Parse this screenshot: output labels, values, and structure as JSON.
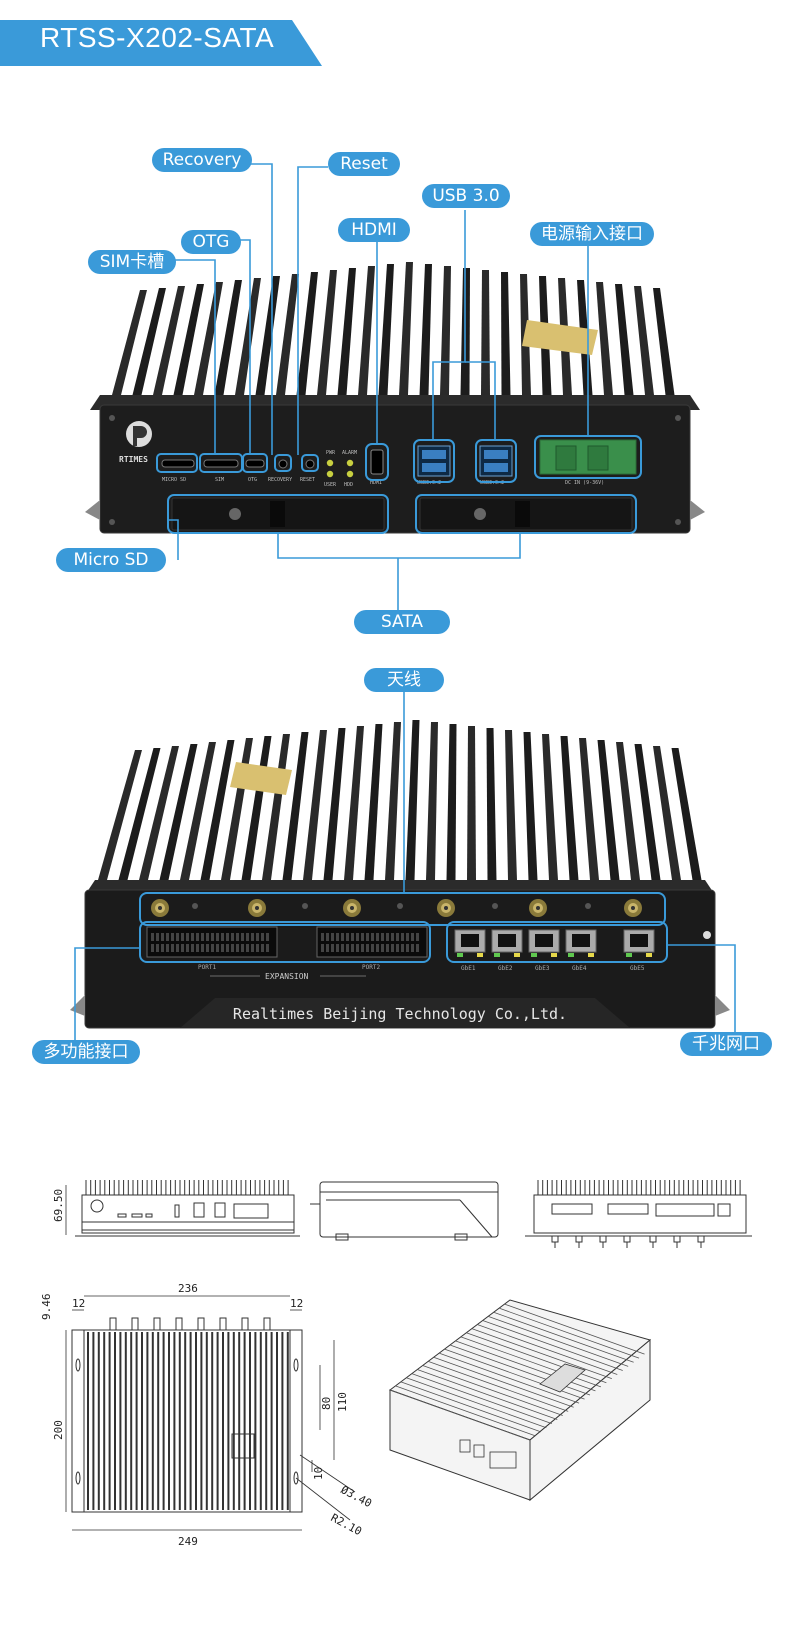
{
  "title": "RTSS-X202-SATA",
  "front_callouts": {
    "recovery": "Recovery",
    "reset": "Reset",
    "otg": "OTG",
    "sim": "SIM卡槽",
    "hdmi": "HDMI",
    "usb": "USB 3.0",
    "power": "电源输入接口",
    "microsd": "Micro SD",
    "sata": "SATA"
  },
  "rear_callouts": {
    "antenna": "天线",
    "multi": "多功能接口",
    "gige": "千兆网口"
  },
  "front_panel": {
    "brand": "RTIMES",
    "port_labels": [
      "MICRO SD",
      "SIM",
      "OTG",
      "RECOVERY",
      "RESET"
    ],
    "led_labels": [
      "PWR",
      "ALARM",
      "USER",
      "HDD"
    ],
    "hdmi_label": "HDMI",
    "usb_labels": [
      "USB3.0×2",
      "USB3.0×2"
    ],
    "dc_label": "DC IN (9-36V)"
  },
  "rear_panel": {
    "port_labels": [
      "PORT1",
      "PORT2"
    ],
    "expansion": "EXPANSION",
    "gbe_labels": [
      "GbE1",
      "GbE2",
      "GbE3",
      "GbE4",
      "GbE5"
    ],
    "company": "Realtimes Beijing Technology Co.,Ltd."
  },
  "dimensions": {
    "height": "69.50",
    "width_top": "236",
    "left_margin": "12",
    "right_margin": "12",
    "top_offset": "9.46",
    "depth": "200",
    "mount_span": "80",
    "mount_span_outer": "110",
    "small_offset": "10",
    "hole_dia": "Ø3.40",
    "radius": "R2.10",
    "width_total": "249"
  },
  "colors": {
    "accent": "#3a9ad9",
    "chassis": "#222222",
    "connector_green": "#3a8f4b"
  }
}
